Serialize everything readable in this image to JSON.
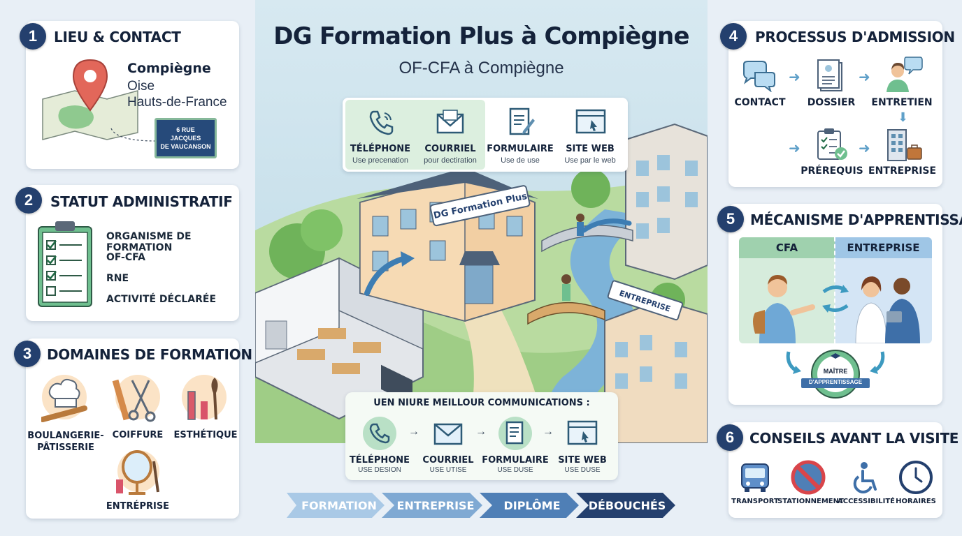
{
  "header": {
    "title": "DG Formation Plus à Compiègne",
    "subtitle": "OF-CFA à Compiègne"
  },
  "contact_panel": {
    "items": [
      {
        "label": "TÉLÉPHONE",
        "sub": "Use precenation"
      },
      {
        "label": "COURRIEL",
        "sub": "pour dectiration"
      },
      {
        "label": "FORMULAIRE",
        "sub": "Use de use"
      },
      {
        "label": "SITE WEB",
        "sub": "Use par le web"
      }
    ]
  },
  "illustration": {
    "building_sign": "DG Formation Plus",
    "enterprise_sign": "ENTREPRISE"
  },
  "communications": {
    "title": "UEN NIURE MEILLOUR COMMUNICATIONS :",
    "items": [
      {
        "label": "TÉLÉPHONE",
        "sub": "USE DESION"
      },
      {
        "label": "COURRIEL",
        "sub": "USE UTISE"
      },
      {
        "label": "FORMULAIRE",
        "sub": "USE DUSE"
      },
      {
        "label": "SITE WEB",
        "sub": "USE DUSE"
      }
    ]
  },
  "pathway": [
    "FORMATION",
    "ENTREPRISE",
    "DIPLÔME",
    "DÉBOUCHÉS"
  ],
  "sections": {
    "lieu": {
      "number": "1",
      "title": "LIEU & CONTACT",
      "city": "Compiègne",
      "department": "Oise",
      "region": "Hauts-de-France",
      "street_sign": [
        "6 RUE",
        "JACQUES",
        "DE VAUCANSON"
      ]
    },
    "statut": {
      "number": "2",
      "title": "STATUT ADMINISTRATIF",
      "items": [
        "ORGANISME DE FORMATION",
        "OF-CFA",
        "RNE",
        "ACTIVITÉ DÉCLARÉE"
      ]
    },
    "domaines": {
      "number": "3",
      "title": "DOMAINES DE FORMATION",
      "items": [
        "BOULANGERIE-\nPÂTISSERIE",
        "COIFFURE",
        "ESTHÉTIQUE",
        "ENTRÉPRISE"
      ]
    },
    "admission": {
      "number": "4",
      "title": "PROCESSUS D'ADMISSION",
      "steps": [
        "CONTACT",
        "DOSSIER",
        "ENTRETIEN",
        "PRÉREQUIS",
        "ENTREPRISE"
      ]
    },
    "apprentissage": {
      "number": "5",
      "title": "MÉCANISME D'APPRENTISSAGE",
      "left": "CFA",
      "right": "ENTREPRISE",
      "seal": [
        "MAÎTRE",
        "D'APPRENTISSAGE"
      ]
    },
    "conseils": {
      "number": "6",
      "title": "CONSEILS AVANT LA VISITE",
      "items": [
        "TRANSPORT",
        "STATIONNEMENT",
        "ACCESSIBILITÉ",
        "HORAIRES"
      ]
    }
  },
  "colors": {
    "navy": "#24406e",
    "green": "#6fbf8f",
    "blue": "#6fa8d6",
    "sky": "#cfe4ee"
  }
}
